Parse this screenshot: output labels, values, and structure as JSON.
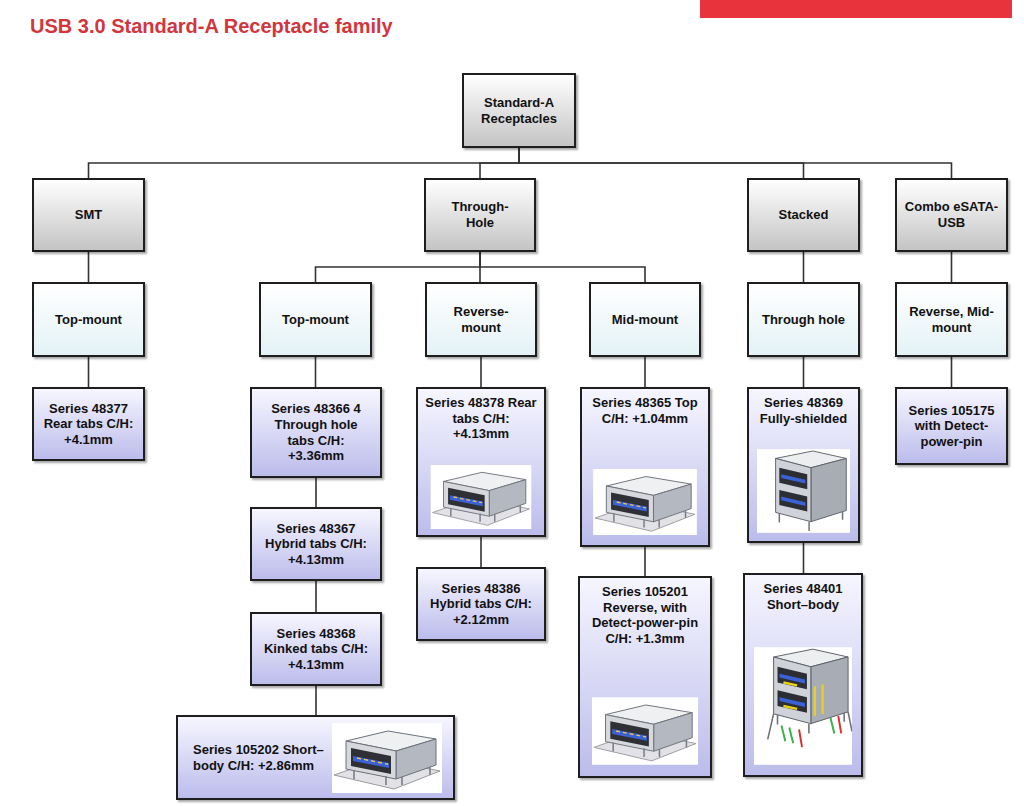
{
  "diagram": {
    "title": "USB 3.0 Standard-A Receptacle family",
    "nodes": [
      {
        "text": [
          "Standard-A Receptacles"
        ]
      },
      {
        "text": [
          "SMT"
        ]
      },
      {
        "text": [
          "Through-Hole"
        ]
      },
      {
        "text": [
          "Stacked"
        ]
      },
      {
        "text": [
          "Combo eSATA-USB"
        ]
      },
      {
        "text": [
          "Top-mount"
        ]
      },
      {
        "text": [
          "Top-mount"
        ]
      },
      {
        "text": [
          "Reverse-mount"
        ]
      },
      {
        "text": [
          "Mid-mount"
        ]
      },
      {
        "text": [
          "Through hole"
        ]
      },
      {
        "text": [
          "Reverse, Mid-mount"
        ]
      },
      {
        "text": [
          "Series 48377 Rear tabs C/H: +4.1mm"
        ]
      },
      {
        "text": [
          "Series 48366 4 Through hole tabs C/H: +3.36mm"
        ]
      },
      {
        "text": [
          "Series 48367 Hybrid tabs C/H: +4.13mm"
        ]
      },
      {
        "text": [
          "Series 48368 Kinked tabs C/H: +4.13mm"
        ]
      },
      {
        "text": [
          "Series 105202 Short–body C/H: +2.86mm"
        ]
      },
      {
        "text": [
          "Series 48378 Rear tabs C/H: +4.13mm"
        ]
      },
      {
        "text": [
          "Series 48386 Hybrid tabs C/H: +2.12mm"
        ]
      },
      {
        "text": [
          "Series 48365 Top C/H: +1.04mm"
        ]
      },
      {
        "text": [
          "Series 105201 Reverse, with Detect-power-pin C/H: +1.3mm"
        ]
      },
      {
        "text": [
          "Series 48369 Fully-shielded"
        ]
      },
      {
        "text": [
          "Series 48401 Short–body"
        ]
      },
      {
        "text": [
          "Series 105175 with Detect-power-pin"
        ]
      }
    ],
    "edges": [
      {
        "from": 0,
        "to": 1,
        "arrow": "none"
      },
      {
        "from": 0,
        "to": 2,
        "arrow": "none"
      },
      {
        "from": 0,
        "to": 3,
        "arrow": "none"
      },
      {
        "from": 0,
        "to": 4,
        "arrow": "none"
      },
      {
        "from": 1,
        "to": 5,
        "arrow": "none"
      },
      {
        "from": 2,
        "to": 6,
        "arrow": "none"
      },
      {
        "from": 2,
        "to": 7,
        "arrow": "none"
      },
      {
        "from": 2,
        "to": 8,
        "arrow": "none"
      },
      {
        "from": 3,
        "to": 9,
        "arrow": "none"
      },
      {
        "from": 4,
        "to": 10,
        "arrow": "none"
      },
      {
        "from": 5,
        "to": 11,
        "arrow": "none"
      },
      {
        "from": 6,
        "to": 12,
        "arrow": "none"
      },
      {
        "from": 12,
        "to": 13,
        "arrow": "none"
      },
      {
        "from": 13,
        "to": 14,
        "arrow": "none"
      },
      {
        "from": 14,
        "to": 15,
        "arrow": "none"
      },
      {
        "from": 7,
        "to": 16,
        "arrow": "none"
      },
      {
        "from": 16,
        "to": 17,
        "arrow": "none"
      },
      {
        "from": 8,
        "to": 18,
        "arrow": "none"
      },
      {
        "from": 18,
        "to": 19,
        "arrow": "none"
      },
      {
        "from": 9,
        "to": 20,
        "arrow": "none"
      },
      {
        "from": 20,
        "to": 21,
        "arrow": "none"
      },
      {
        "from": 10,
        "to": 22,
        "arrow": "none"
      }
    ]
  }
}
